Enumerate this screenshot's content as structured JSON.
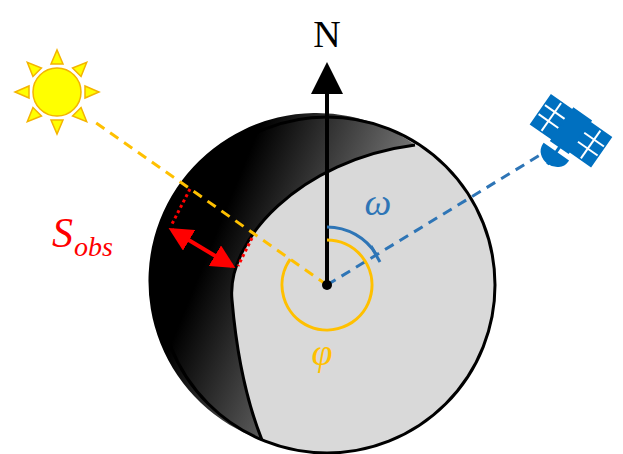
{
  "diagram": {
    "labels": [
      "N",
      "ω",
      "φ",
      "S",
      "obs"
    ]
  }
}
